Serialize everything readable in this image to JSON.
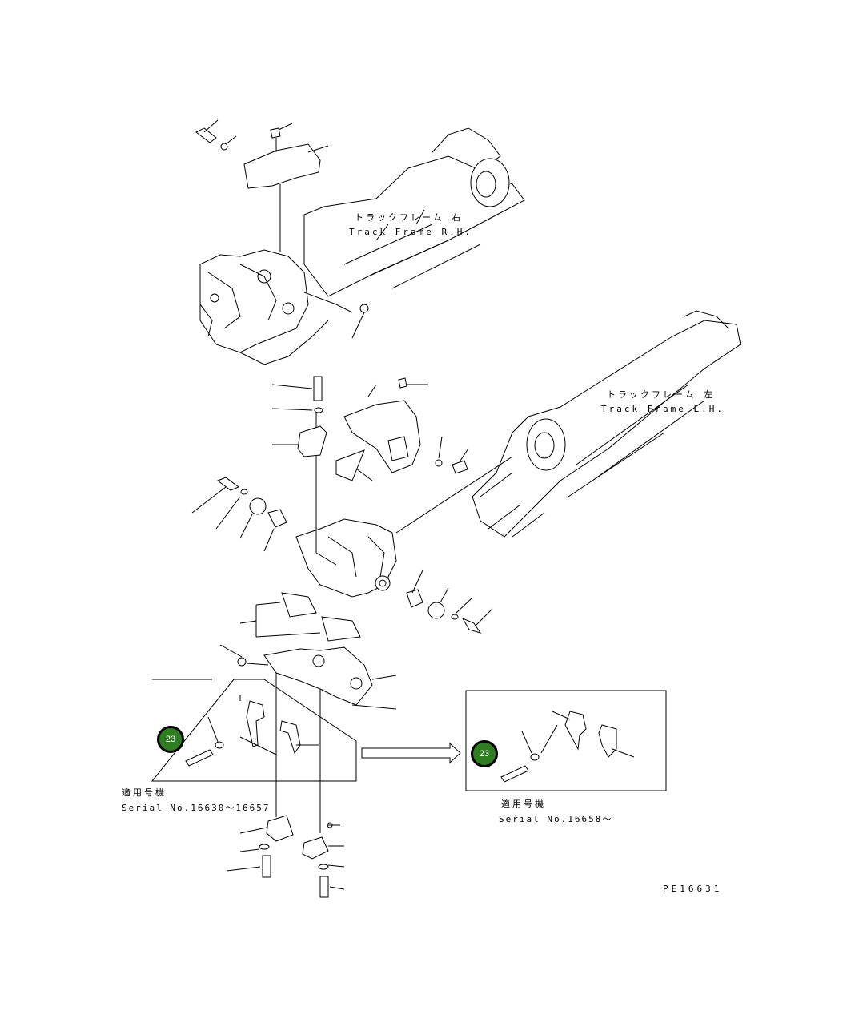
{
  "frame_rh": {
    "jp": "トラックフレーム 右",
    "en": "Track Frame R.H."
  },
  "frame_lh": {
    "jp": "トラックフレーム 左",
    "en": "Track Frame L.H."
  },
  "serial_a": {
    "jp": "適用号機",
    "en": "Serial No.16630～16657"
  },
  "serial_b": {
    "jp": "適用号機",
    "en": "Serial No.16658～"
  },
  "callouts": [
    {
      "number": "23"
    },
    {
      "number": "23"
    }
  ],
  "drawing_code": "PE16631",
  "colors": {
    "callout_fill": "#2e7d20",
    "line": "#000000"
  }
}
